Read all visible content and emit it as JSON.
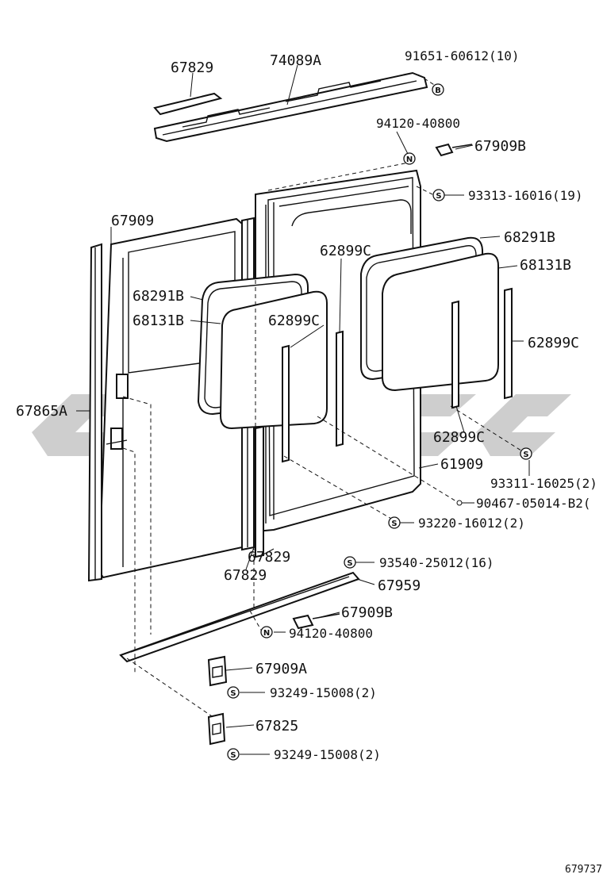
{
  "diagram": {
    "labels": {
      "p67829_top": "67829",
      "p74089A": "74089A",
      "p91651": "91651-60612(10)",
      "p94120_top": "94120-40800",
      "p67909B_top": "67909B",
      "p93313": "93313-16016(19)",
      "p67909": "67909",
      "p68291B_right": "68291B",
      "p62899C_mid": "62899C",
      "p68131B_right": "68131B",
      "p68291B_left": "68291B",
      "p68131B_left": "68131B",
      "p62899C_left": "62899C",
      "p62899C_right": "62899C",
      "p67865A": "67865A",
      "p62899C_low": "62899C",
      "p61909": "61909",
      "p93311": "93311-16025(2)",
      "p90467": "90467-05014-B2(",
      "p93220": "93220-16012(2)",
      "p67829_low1": "67829",
      "p67829_low2": "67829",
      "p93540": "93540-25012(16)",
      "p67959": "67959",
      "p67909B_low": "67909B",
      "p94120_low": "94120-40800",
      "p67909A": "67909A",
      "p93249_a": "93249-15008(2)",
      "p67825": "67825",
      "p93249_b": "93249-15008(2)",
      "figure_number": "679737"
    },
    "symbols": {
      "bolt": "B",
      "screw": "S",
      "nut": "N"
    }
  }
}
